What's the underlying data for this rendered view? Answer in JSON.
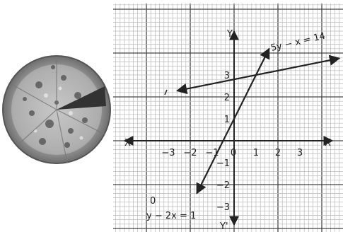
{
  "axes": {
    "x_label": "X",
    "x_neg_label": "X'",
    "y_label": "Y",
    "y_neg_label": "Y'",
    "origin_label": "0",
    "x_ticks": [
      {
        "value": -3,
        "label": "−3"
      },
      {
        "value": -2,
        "label": "−2"
      },
      {
        "value": -1,
        "label": "−1"
      },
      {
        "value": 1,
        "label": "1"
      },
      {
        "value": 2,
        "label": "2"
      },
      {
        "value": 3,
        "label": "3"
      }
    ],
    "y_ticks": [
      {
        "value": 3,
        "label": "3"
      },
      {
        "value": 2,
        "label": "2"
      },
      {
        "value": 1,
        "label": "1"
      },
      {
        "value": -1,
        "label": "−1"
      },
      {
        "value": -2,
        "label": "−2"
      },
      {
        "value": -3,
        "label": "−3"
      }
    ]
  },
  "lines": [
    {
      "name": "line-5y-x-14",
      "equation": "5y − x = 14",
      "slope": 0.2,
      "intercept": 2.8,
      "x_start": -2.6,
      "x_end": 4.8
    },
    {
      "name": "line-y-2x-1",
      "equation": "y − 2x = 1",
      "slope": 2,
      "intercept": 1,
      "x_start": -1.7,
      "x_end": 1.6
    }
  ],
  "extra_label": "0",
  "colors": {
    "grid": "#b8b8b8",
    "major_grid": "#444444",
    "axis": "#222222",
    "line": "#222222"
  },
  "illustration": "pizza-image"
}
